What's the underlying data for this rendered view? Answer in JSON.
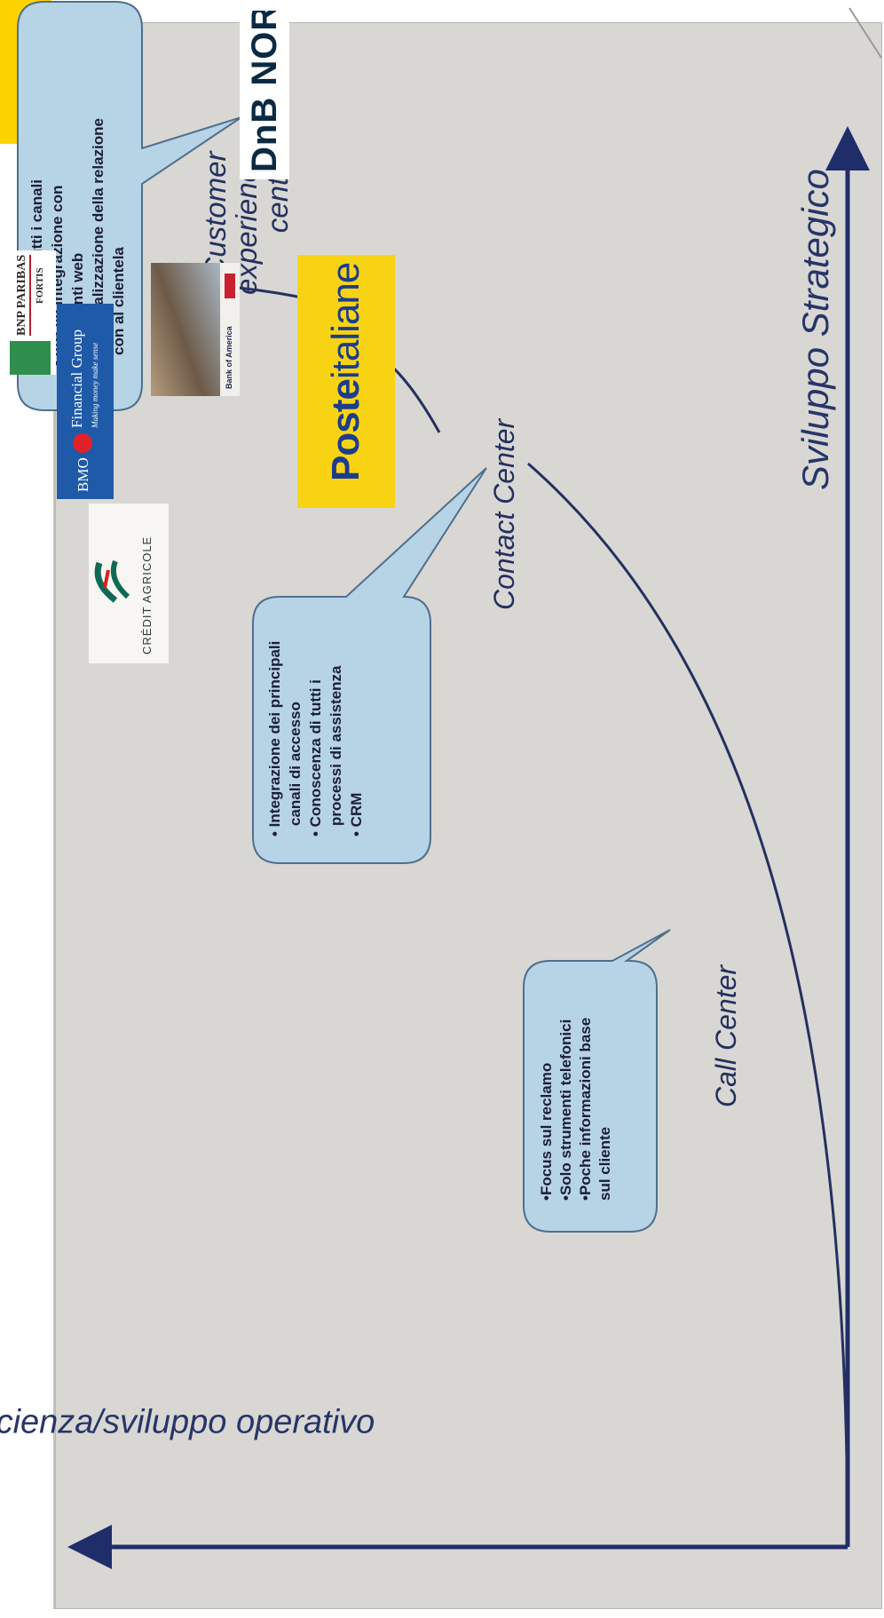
{
  "axes": {
    "y_label": "Efficienza/sviluppo operativo",
    "x_label": "Sviluppo Strategico"
  },
  "stages": {
    "call_center": "Call Center",
    "contact_center": "Contact Center",
    "customer_experience": [
      "Customer",
      "experience",
      "center"
    ]
  },
  "bubbles": {
    "call_center": [
      "•Focus sul reclamo",
      "•Solo strumenti telefonici",
      "•Poche informazioni base",
      "sul cliente"
    ],
    "contact_center": [
      "• Integrazione dei principali",
      "canali di accesso",
      "• Conoscenza di tutti i",
      "processi di assistenza",
      "• CRM"
    ],
    "customer_experience": [
      "• Integrazione tutti i canali",
      "• IVR ed integrazione con",
      "strumenti web",
      "• Personalizzazione della relazione",
      "con al clientela"
    ]
  },
  "logos": {
    "credit_agricole": "CRÉDIT AGRICOLE",
    "bmo": "BMO",
    "bmo_group": "Financial Group",
    "bmo_tagline": "Making money make sense",
    "bnp_top": "BNP PARIBAS",
    "bnp_bottom": "FORTIS",
    "bank_of_america": "Bank of America",
    "poste_bold": "Poste",
    "poste_regular": "italiane",
    "dnb": "DnB NOR"
  },
  "colors": {
    "axis": "#1f2d6b",
    "bubble_fill": "#b7d3e6",
    "bubble_stroke": "#4f6f8c",
    "accent_yellow": "#fbd400",
    "panel_bg": "#d9d7d3"
  }
}
